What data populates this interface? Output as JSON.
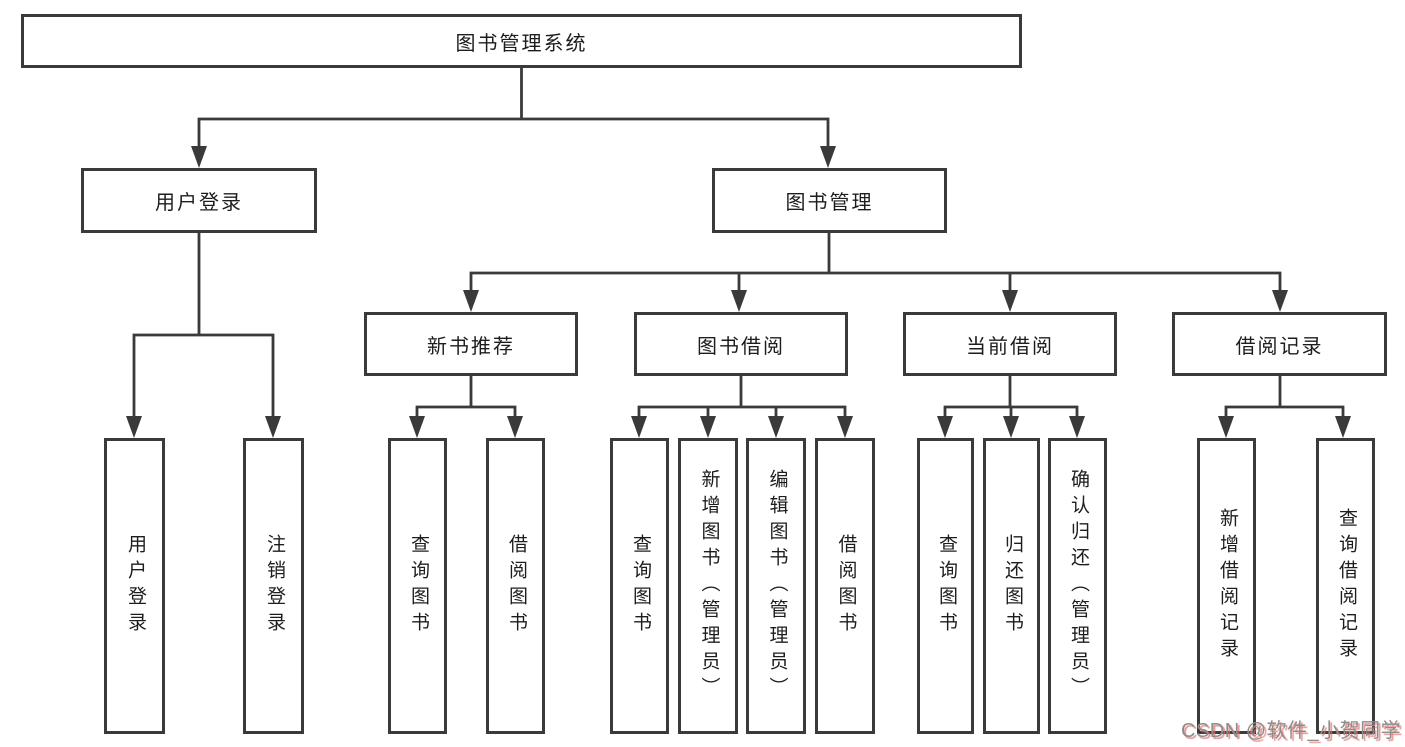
{
  "tree": {
    "label": "图书管理系统",
    "children": [
      {
        "label": "用户登录",
        "children": [
          {
            "label": "用户登录"
          },
          {
            "label": "注销登录"
          }
        ]
      },
      {
        "label": "图书管理",
        "children": [
          {
            "label": "新书推荐",
            "children": [
              {
                "label": "查询图书"
              },
              {
                "label": "借阅图书"
              }
            ]
          },
          {
            "label": "图书借阅",
            "children": [
              {
                "label": "查询图书"
              },
              {
                "label": "新增图书（管理员）"
              },
              {
                "label": "编辑图书（管理员）"
              },
              {
                "label": "借阅图书"
              }
            ]
          },
          {
            "label": "当前借阅",
            "children": [
              {
                "label": "查询图书"
              },
              {
                "label": "归还图书"
              },
              {
                "label": "确认归还（管理员）"
              }
            ]
          },
          {
            "label": "借阅记录",
            "children": [
              {
                "label": "新增借阅记录"
              },
              {
                "label": "查询借阅记录"
              }
            ]
          }
        ]
      }
    ]
  },
  "watermark": {
    "text": "CSDN @软件_小贺同学"
  },
  "colors": {
    "line": "#3a3a3a",
    "text": "#1d1d1d",
    "background": "#ffffff",
    "watermark_gray": "#8d8d8d",
    "watermark_red": "#e06e6a"
  }
}
